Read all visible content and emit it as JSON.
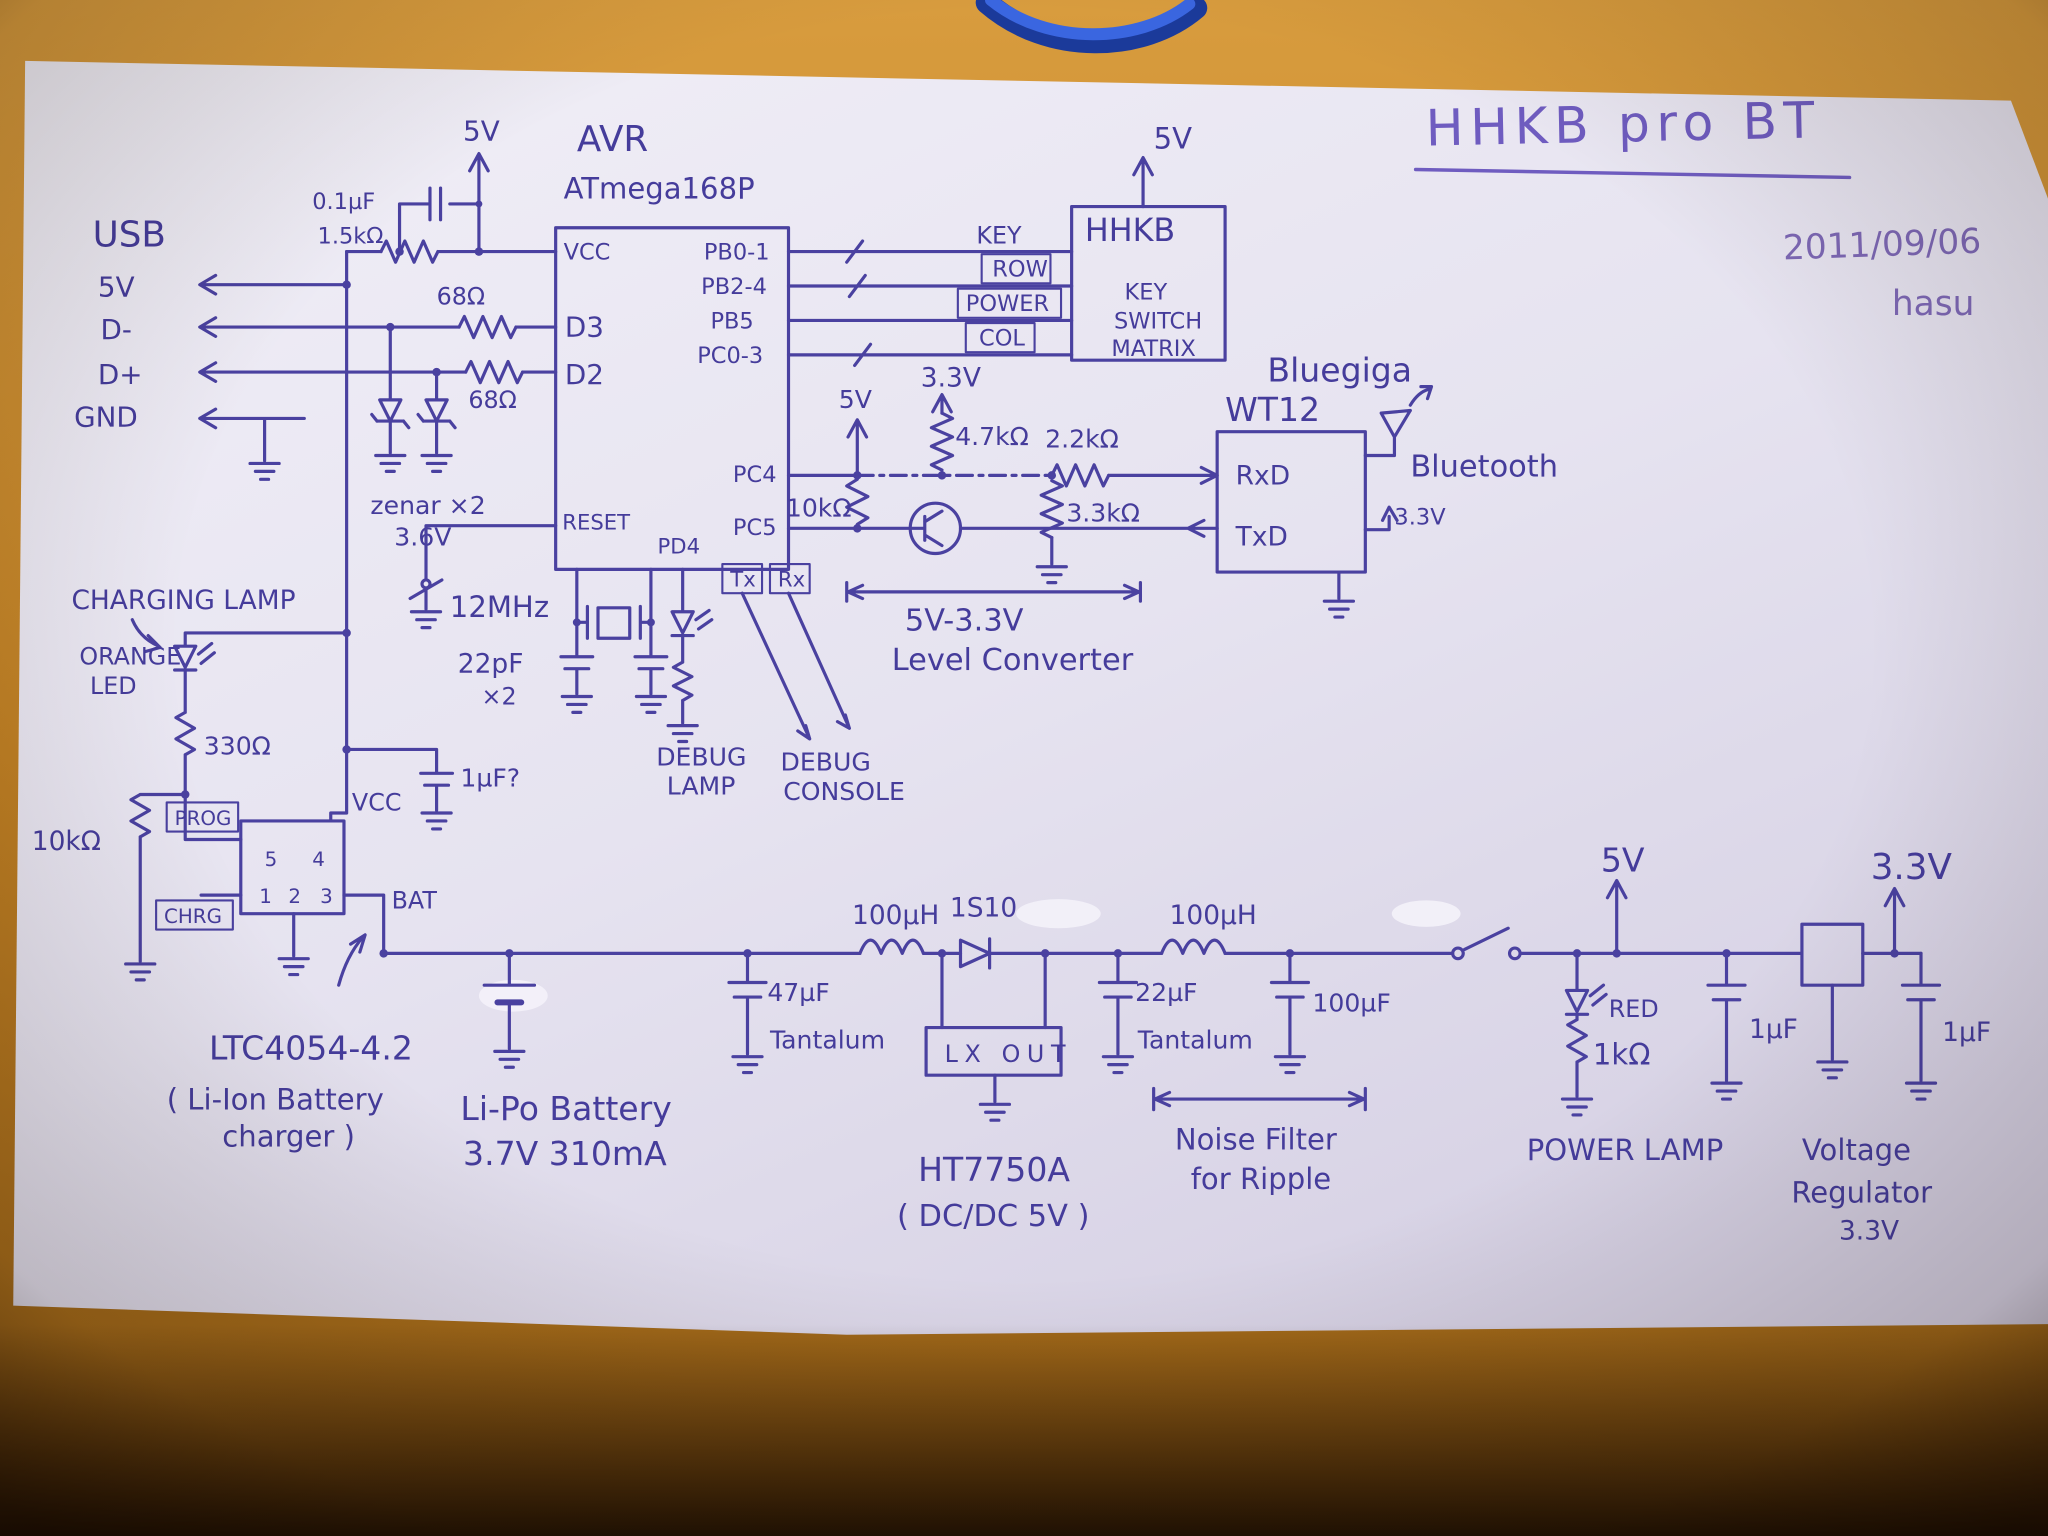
{
  "title_block": {
    "title": "HHKB pro BT",
    "date": "2011/09/06",
    "author": "hasu"
  },
  "usb": {
    "label": "USB",
    "pin_5v": "5V",
    "pin_dm": "D-",
    "pin_dp": "D+",
    "pin_gnd": "GND",
    "cap": "0.1µF",
    "r_pullup": "1.5kΩ",
    "r_dm": "68Ω",
    "r_dp": "68Ω",
    "zener": "zenar ×2",
    "zener_v": "3.6V",
    "rail_5v": "5V"
  },
  "avr": {
    "label": "AVR",
    "part": "ATmega168P",
    "pin_vcc": "VCC",
    "pin_d3": "D3",
    "pin_d2": "D2",
    "pin_reset": "RESET",
    "pin_pd4": "PD4",
    "pin_pb01": "PB0-1",
    "pin_pb24": "PB2-4",
    "pin_pb5": "PB5",
    "pin_pc03": "PC0-3",
    "pin_pc4": "PC4",
    "pin_pc5": "PC5"
  },
  "kbd": {
    "box": "HHKB",
    "key_top": "KEY",
    "row": "ROW",
    "power": "POWER",
    "col": "COL",
    "key": "KEY",
    "switch": "SWITCH",
    "matrix": "MATRIX",
    "rail_5v": "5V"
  },
  "lvl": {
    "rail_5v": "5V",
    "rail_33": "3.3V",
    "r_pullup": "4.7kΩ",
    "r_series": "2.2kΩ",
    "r_shunt": "3.3kΩ",
    "r_base": "10kΩ",
    "range": "5V-3.3V",
    "caption": "Level Converter"
  },
  "bt": {
    "vendor": "Bluegiga",
    "part": "WT12",
    "pin_rxd": "RxD",
    "pin_txd": "TxD",
    "antenna": "Bluetooth",
    "rail_33": "3.3V"
  },
  "clk": {
    "freq": "12MHz",
    "cap": "22pF",
    "qty": "×2"
  },
  "dbg": {
    "tx": "Tx",
    "rx": "Rx",
    "lamp1": "DEBUG",
    "lamp2": "LAMP",
    "console1": "DEBUG",
    "console2": "CONSOLE"
  },
  "chg": {
    "caption": "CHARGING LAMP",
    "led1": "ORANGE",
    "led2": "LED",
    "r_led": "330Ω",
    "r_prog": "10kΩ",
    "prog": "PROG",
    "chrg": "CHRG",
    "vcc": "VCC",
    "bat": "BAT",
    "p5": "5",
    "p4": "4",
    "p1": "1",
    "p2": "2",
    "p3": "3",
    "cap": "1µF?",
    "part": "LTC4054-4.2",
    "caption1": "( Li-Ion Battery",
    "caption2": "charger )"
  },
  "battery": {
    "name": "Li-Po Battery",
    "spec": "3.7V 310mA"
  },
  "dc": {
    "l1": "100µH",
    "diode": "1S10",
    "cap_in": "47µF",
    "cap_in_type": "Tantalum",
    "lx_out": "LX OUT",
    "part": "HT7750A",
    "caption": "( DC/DC 5V )",
    "cap_out": "22µF",
    "cap_out_type": "Tantalum",
    "l2": "100µH",
    "cap_filter": "100µF",
    "nf1": "Noise Filter",
    "nf2": "for Ripple"
  },
  "pwr": {
    "rail_5v": "5V",
    "led": "RED",
    "r_led": "1kΩ",
    "caption": "POWER LAMP",
    "cap_in": "1µF",
    "cap_out": "1µF",
    "rail_33": "3.3V",
    "reg1": "Voltage",
    "reg2": "Regulator",
    "reg3": "3.3V"
  }
}
